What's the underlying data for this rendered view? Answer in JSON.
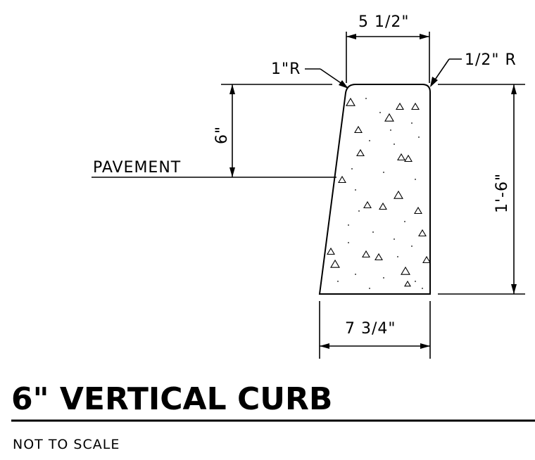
{
  "diagram": {
    "dimensions": {
      "top_width": "5 1/2\"",
      "left_radius": "1\"R",
      "right_radius": "1/2\" R",
      "reveal_height": "6\"",
      "total_height": "1'-6\"",
      "bottom_width": "7 3/4\""
    },
    "pavement_label": "PAVEMENT",
    "title": "6\" VERTICAL CURB",
    "subtitle": "NOT TO SCALE"
  }
}
